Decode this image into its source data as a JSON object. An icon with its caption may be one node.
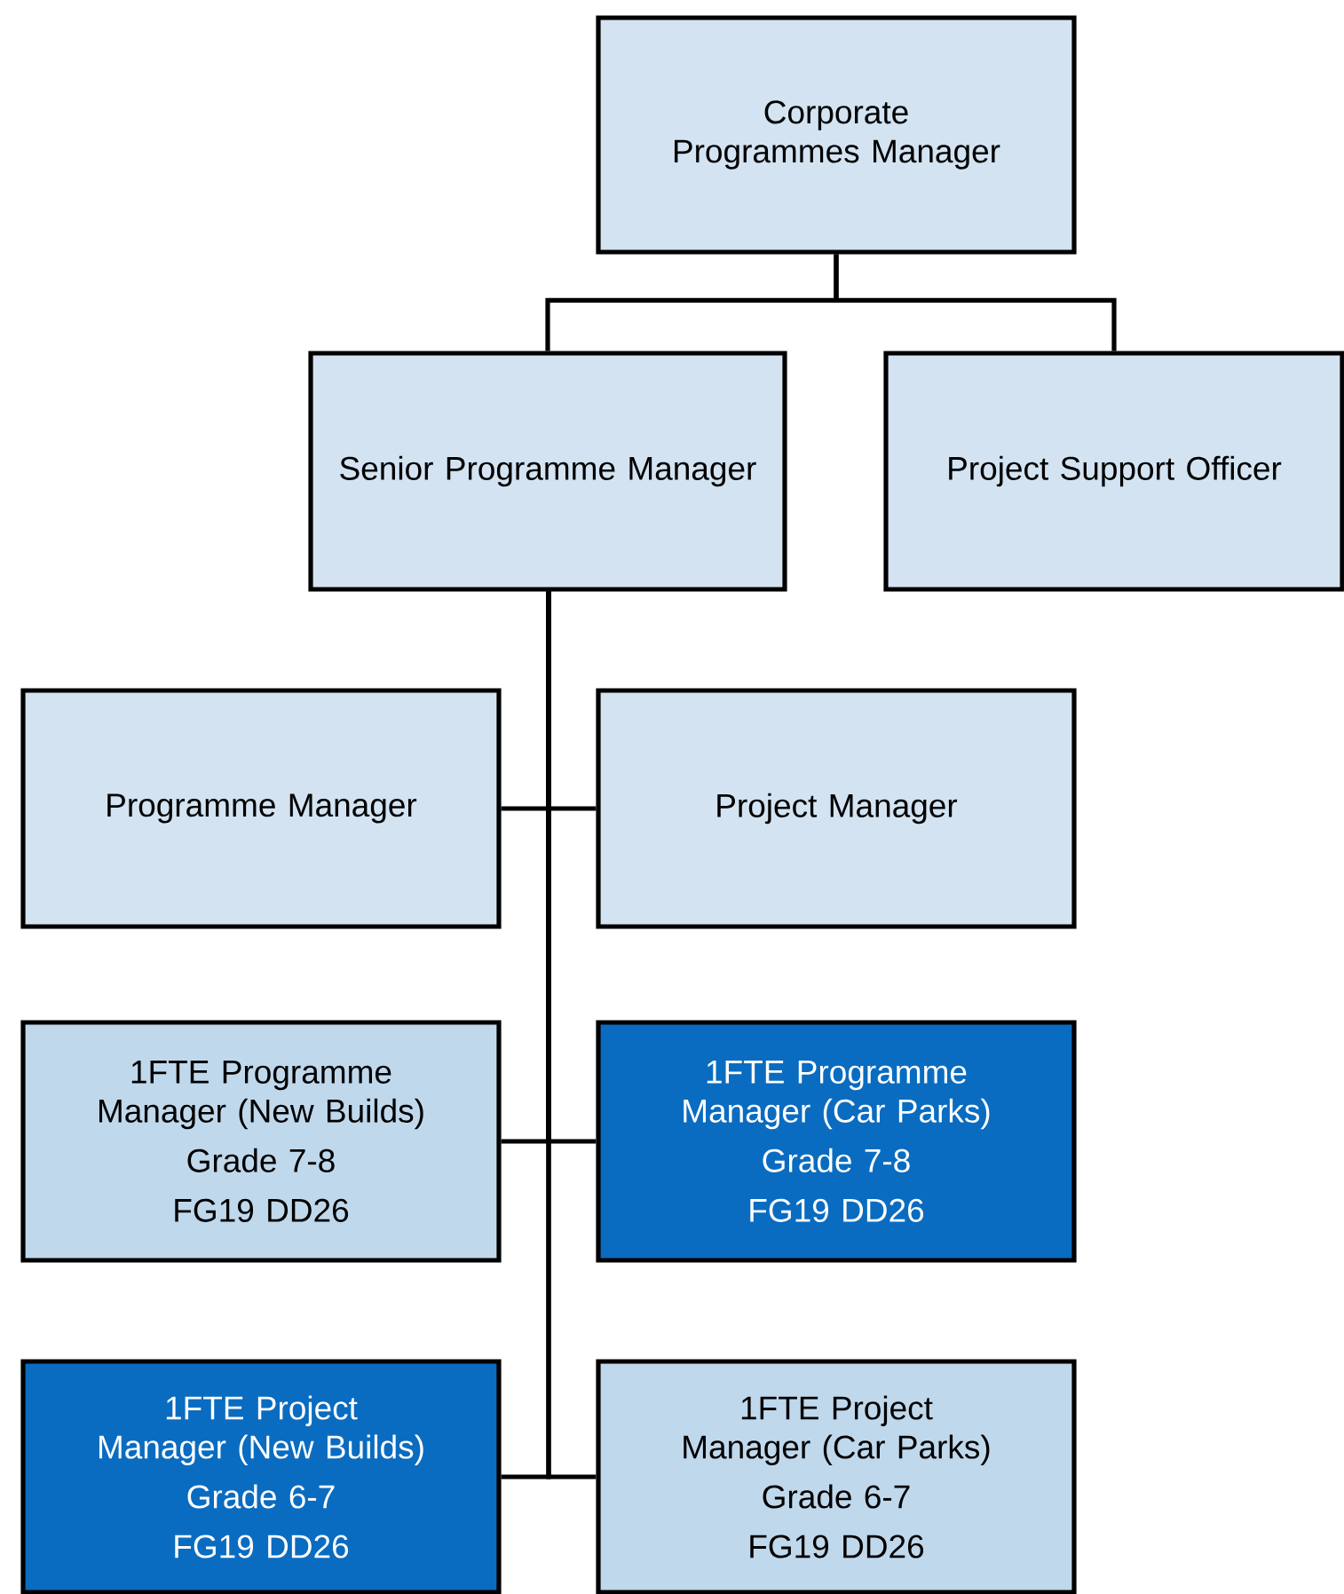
{
  "diagram": {
    "nodes": [
      {
        "text": [
          "Corporate Programmes Manager"
        ]
      },
      {
        "text": [
          "Senior Programme Manager"
        ]
      },
      {
        "text": [
          "Project Support Officer"
        ]
      },
      {
        "text": [
          "Programme Manager"
        ]
      },
      {
        "text": [
          "Project Manager"
        ]
      },
      {
        "text": [
          "1FTE Programme Manager (New Builds)",
          "Grade 7-8",
          "FG19 DD26"
        ]
      },
      {
        "text": [
          "1FTE Programme Manager (Car Parks)",
          "Grade 7-8",
          "FG19 DD26"
        ]
      },
      {
        "text": [
          "1FTE Project Manager (New Builds)",
          "Grade 6-7",
          "FG19 DD26"
        ]
      },
      {
        "text": [
          "1FTE Project Manager (Car Parks)",
          "Grade 6-7",
          "FG19 DD26"
        ]
      }
    ],
    "edges": [
      {
        "from": 0,
        "to": 1,
        "arrow": "none"
      },
      {
        "from": 0,
        "to": 2,
        "arrow": "none"
      },
      {
        "from": 1,
        "to": 3,
        "arrow": "none"
      },
      {
        "from": 1,
        "to": 4,
        "arrow": "none"
      },
      {
        "from": 1,
        "to": 5,
        "arrow": "none"
      },
      {
        "from": 1,
        "to": 6,
        "arrow": "none"
      },
      {
        "from": 1,
        "to": 7,
        "arrow": "none"
      },
      {
        "from": 1,
        "to": 8,
        "arrow": "none"
      }
    ]
  }
}
